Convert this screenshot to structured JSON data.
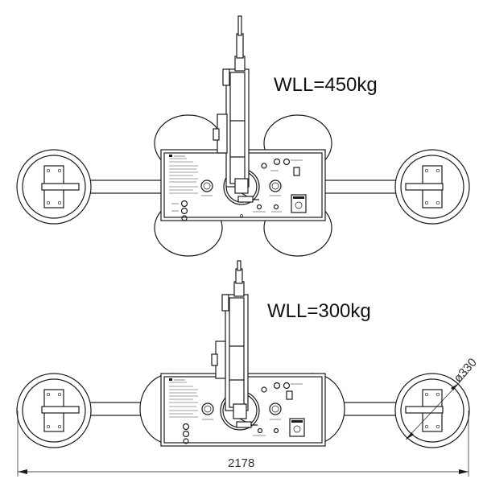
{
  "drawing": {
    "top_unit": {
      "wll_label": "WLL=450kg"
    },
    "bottom_unit": {
      "wll_label": "WLL=300kg"
    },
    "dimensions": {
      "overall_width": "2178",
      "pad_diameter": "ø330"
    }
  }
}
